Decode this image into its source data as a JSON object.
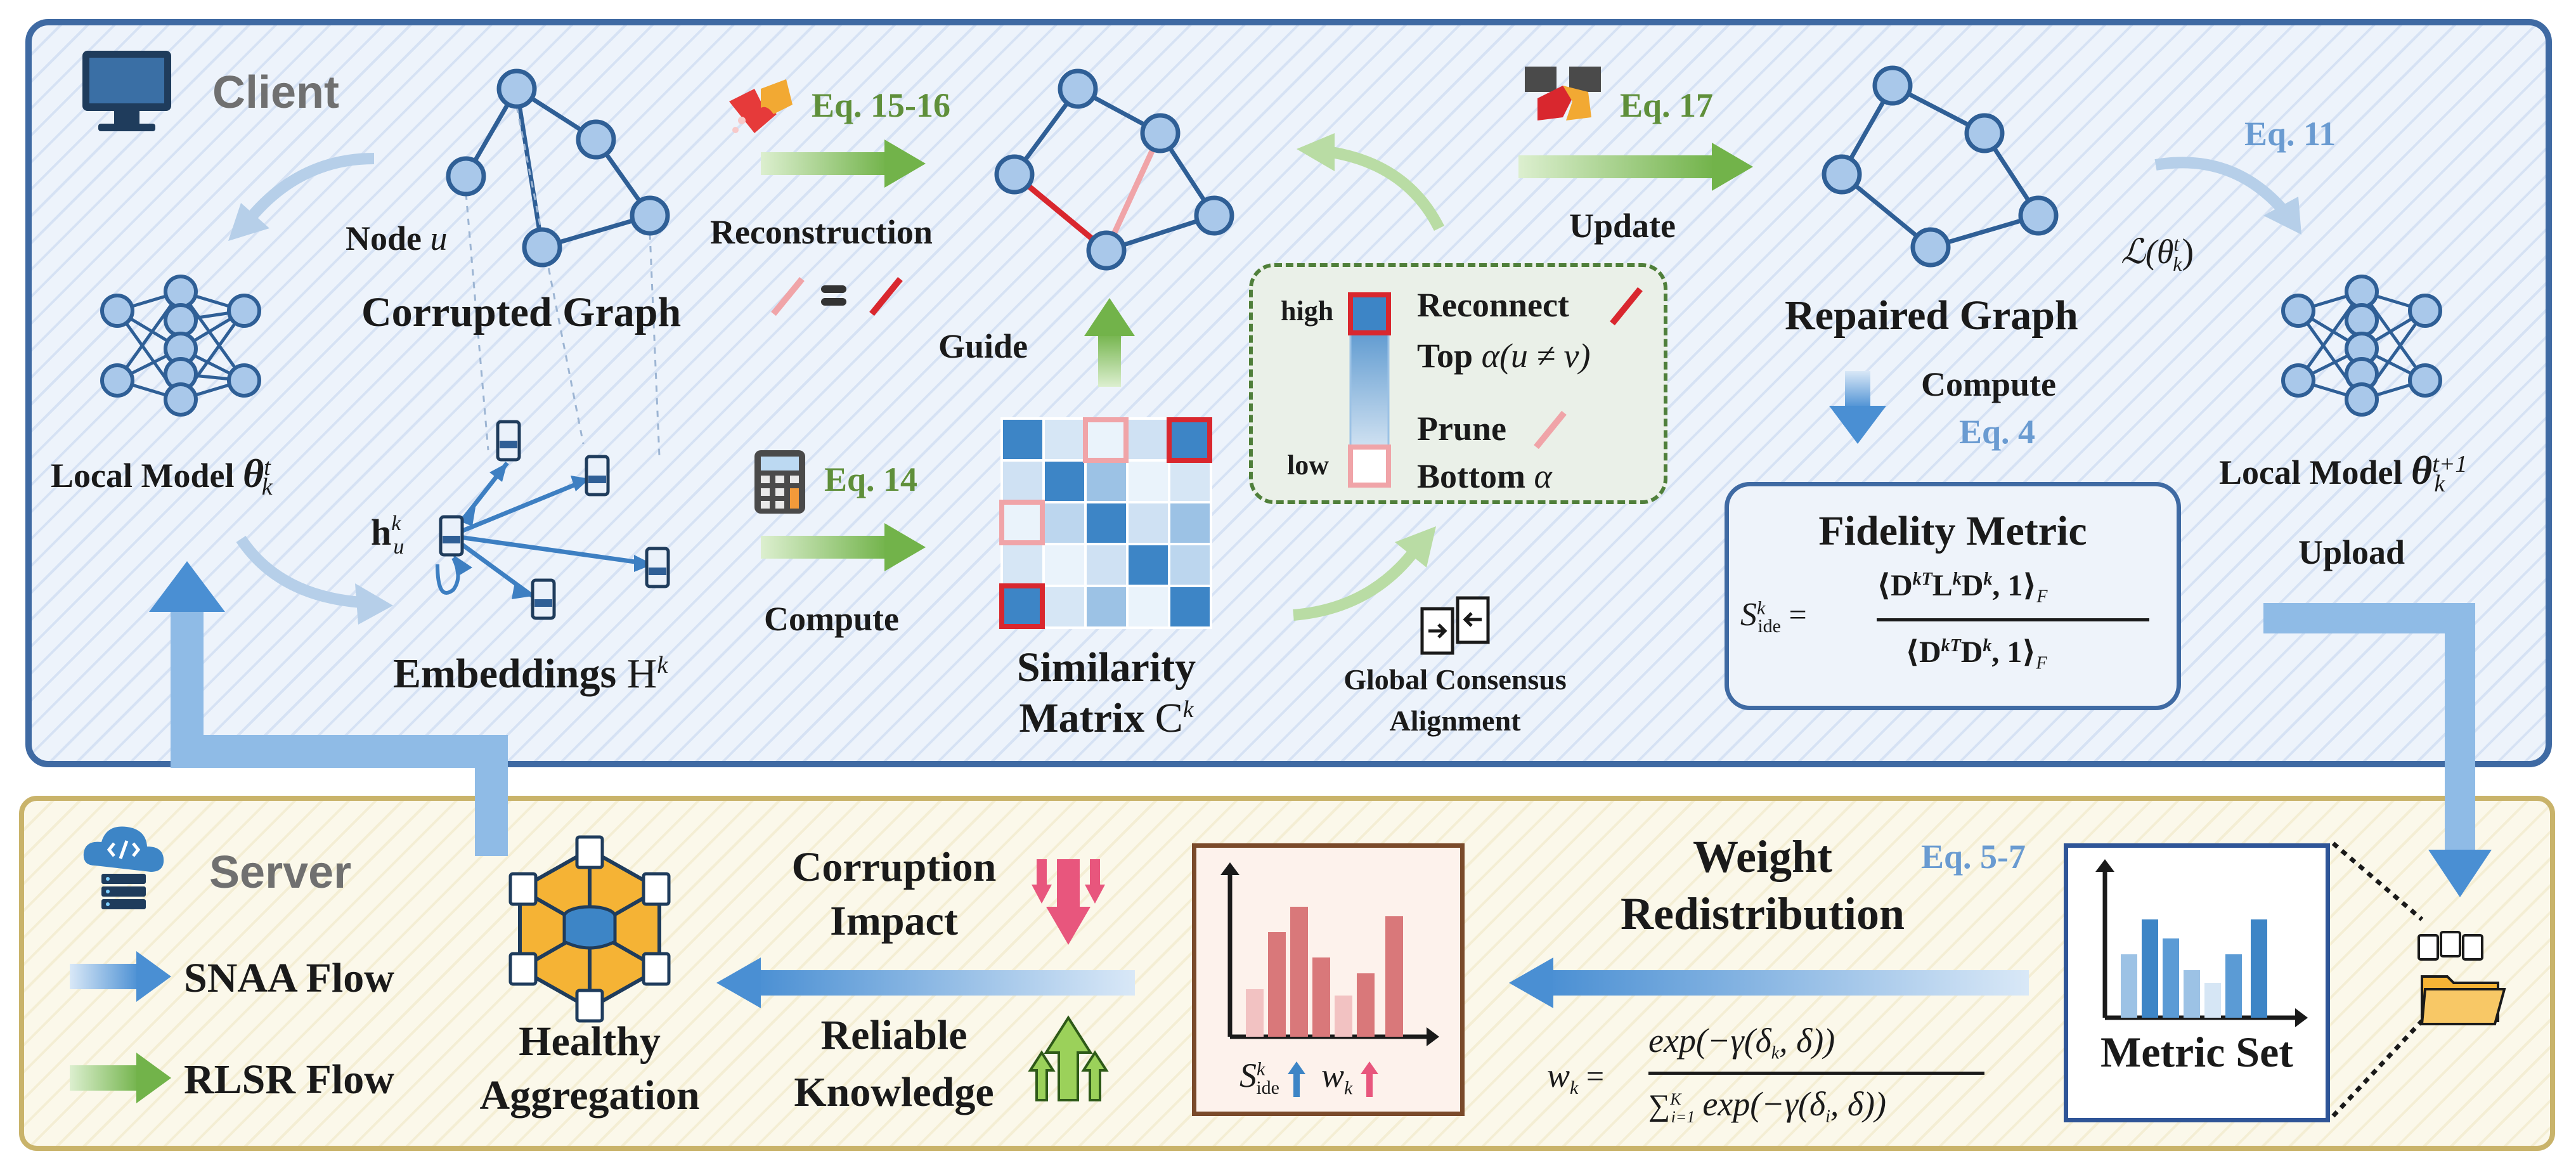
{
  "client": {
    "title": "Client",
    "node_label": "Node",
    "node_var": "u",
    "corrupted_graph": "Corrupted Graph",
    "local_model": "Local Model",
    "local_model_var": "θ",
    "local_model_sup": "t",
    "local_model_sub": "k",
    "embeddings": "Embeddings",
    "embeddings_var": "H",
    "embeddings_sup": "k",
    "h_label": "h",
    "h_sup": "k",
    "h_sub": "u",
    "eq_reconstruction": "Eq. 15-16",
    "reconstruction": "Reconstruction",
    "guide": "Guide",
    "eq_14": "Eq. 14",
    "compute_left": "Compute",
    "similarity": "Similarity",
    "matrix": "Matrix",
    "matrix_var": "C",
    "matrix_sup": "k",
    "high": "high",
    "low": "low",
    "reconnect": "Reconnect",
    "top": "Top",
    "top_expr": "α(u ≠ v)",
    "prune": "Prune",
    "bottom": "Bottom",
    "bottom_expr": "α",
    "global_consensus": "Global Consensus",
    "alignment": "Alignment",
    "eq_17": "Eq. 17",
    "update": "Update",
    "repaired_graph": "Repaired Graph",
    "compute_right": "Compute",
    "eq_4": "Eq. 4",
    "eq_11": "Eq. 11",
    "loss": "ℒ(θ",
    "loss_sup": "t",
    "loss_sub": "k",
    "loss_close": ")",
    "local_model_right": "Local Model",
    "local_model_right_sup": "t+1",
    "upload": "Upload",
    "fidelity_title": "Fidelity Metric",
    "fidelity_lhs": "S",
    "fidelity_lhs_sup": "k",
    "fidelity_lhs_sub": "ide",
    "fidelity_numerator": "⟨D",
    "fidelity_num_sup": "kT",
    "fidelity_num_rest": "L",
    "fidelity_num_rest_sup": "k",
    "fidelity_num_tail": "D",
    "fidelity_num_tail_sup": "k",
    "fidelity_num_end": ", 1⟩",
    "fidelity_num_end_sub": "F",
    "fidelity_denominator": "⟨D",
    "fidelity_den_sup": "kT",
    "fidelity_den_tail": "D",
    "fidelity_den_tail_sup": "k",
    "fidelity_den_end": ", 1⟩",
    "fidelity_den_end_sub": "F"
  },
  "server": {
    "title": "Server",
    "legend_snaa": "SNAA Flow",
    "legend_rlsr": "RLSR Flow",
    "healthy": "Healthy",
    "aggregation": "Aggregation",
    "corruption": "Corruption",
    "impact": "Impact",
    "reliable": "Reliable",
    "knowledge": "Knowledge",
    "weight": "Weight",
    "redistribution": "Redistribution",
    "eq_5_7": "Eq. 5-7",
    "w_lhs": "w",
    "w_lhs_sub": "k",
    "w_num": "exp(−γ(δ",
    "w_num_sub": "k",
    "w_num_end": ", δ))",
    "w_den_sum": "∑",
    "w_den_sum_sub": "i=1",
    "w_den_sum_sup": "K",
    "w_den": "exp(−γ(δ",
    "w_den_sub": "i",
    "w_den_end": ", δ))",
    "chart_s_label": "S",
    "chart_s_sup": "k",
    "chart_s_sub": "ide",
    "chart_w_label": "w",
    "chart_w_sub": "k",
    "metric_set": "Metric Set"
  },
  "colors": {
    "client_border": "#3f6aa3",
    "server_border": "#c9b36a",
    "node_fill": "#a9c8ea",
    "node_stroke": "#2f5f96",
    "eq_green": "#5f8f3a",
    "eq_blue": "#6a9bd1",
    "edge_red": "#d9272e",
    "edge_pink": "#f0a4a8",
    "snaa_arrow": "#5b9bd5",
    "rlsr_arrow": "#8dc26d"
  },
  "icons": [
    "computer-icon",
    "puzzle-icon",
    "calculator-icon",
    "handshake-puzzle-icon",
    "neural-network-icon",
    "align-icon",
    "server-cloud-icon",
    "database-icon",
    "folder-icon",
    "down-arrows-icon",
    "up-arrows-icon"
  ]
}
